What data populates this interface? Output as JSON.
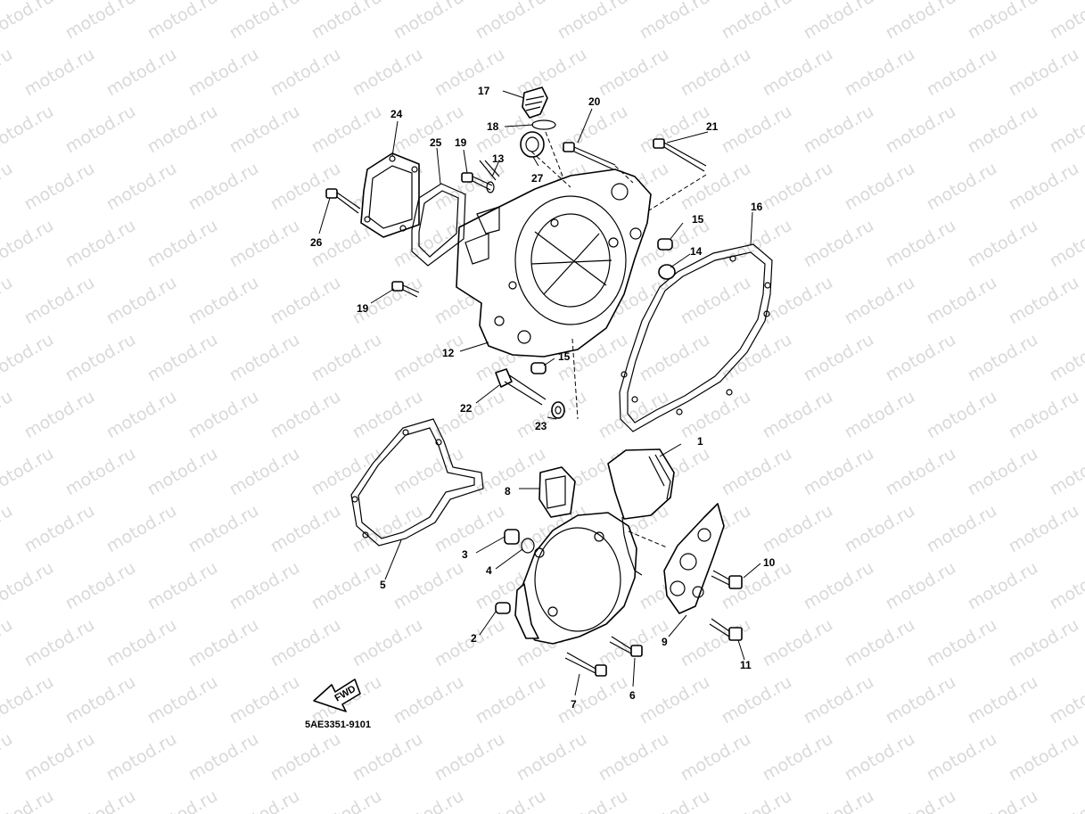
{
  "watermark": "motod.ru",
  "diagram_code": "5AE3351-9101",
  "fwd_label": "FWD",
  "callouts": {
    "c1": "1",
    "c2": "2",
    "c3": "3",
    "c4": "4",
    "c5": "5",
    "c6": "6",
    "c7": "7",
    "c8": "8",
    "c9": "9",
    "c10": "10",
    "c11": "11",
    "c12": "12",
    "c13": "13",
    "c14": "14",
    "c15a": "15",
    "c15b": "15",
    "c16": "16",
    "c17": "17",
    "c18": "18",
    "c19a": "19",
    "c19b": "19",
    "c20": "20",
    "c21": "21",
    "c22": "22",
    "c23": "23",
    "c24": "24",
    "c25": "25",
    "c26": "26",
    "c27": "27"
  }
}
